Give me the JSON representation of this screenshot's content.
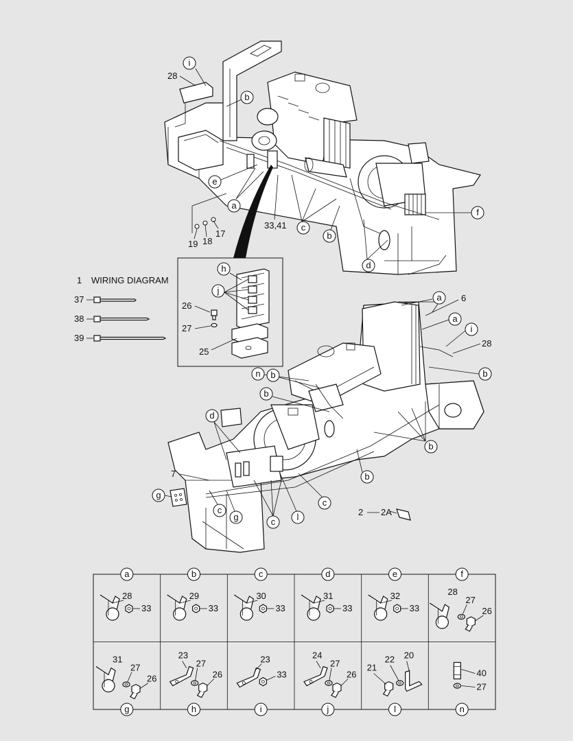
{
  "diagram": {
    "wiring_label_num": "1",
    "wiring_label_text": "WIRING DIAGRAM",
    "ties": [
      "37",
      "38",
      "39"
    ],
    "inset": {
      "letters": [
        "h",
        "j"
      ],
      "nums": [
        "26",
        "27",
        "25"
      ]
    },
    "top_callouts": {
      "letters": [
        "i",
        "b",
        "e",
        "a",
        "c",
        "b",
        "f",
        "d"
      ],
      "nums": [
        "28",
        "17",
        "18",
        "19",
        "33,41"
      ]
    },
    "bottom_callouts": {
      "letters": [
        "a",
        "a",
        "i",
        "b",
        "n",
        "b",
        "b",
        "d",
        "b",
        "b",
        "g",
        "c",
        "g",
        "c",
        "l",
        "c"
      ],
      "nums": [
        "6",
        "28",
        "7",
        "2",
        "2A"
      ]
    },
    "kits_row1": [
      {
        "letter": "a",
        "nums": [
          "28",
          "33"
        ]
      },
      {
        "letter": "b",
        "nums": [
          "29",
          "33"
        ]
      },
      {
        "letter": "c",
        "nums": [
          "30",
          "33"
        ]
      },
      {
        "letter": "d",
        "nums": [
          "31",
          "33"
        ]
      },
      {
        "letter": "e",
        "nums": [
          "32",
          "33"
        ]
      },
      {
        "letter": "f",
        "nums": [
          "28",
          "27",
          "26"
        ]
      }
    ],
    "kits_row2": [
      {
        "letter": "g",
        "nums": [
          "31",
          "27",
          "26"
        ]
      },
      {
        "letter": "h",
        "nums": [
          "23",
          "27",
          "26"
        ]
      },
      {
        "letter": "i",
        "nums": [
          "23",
          "33"
        ]
      },
      {
        "letter": "j",
        "nums": [
          "24",
          "27",
          "26"
        ]
      },
      {
        "letter": "l",
        "nums": [
          "21",
          "22",
          "20"
        ]
      },
      {
        "letter": "n",
        "nums": [
          "40",
          "27"
        ]
      }
    ]
  }
}
